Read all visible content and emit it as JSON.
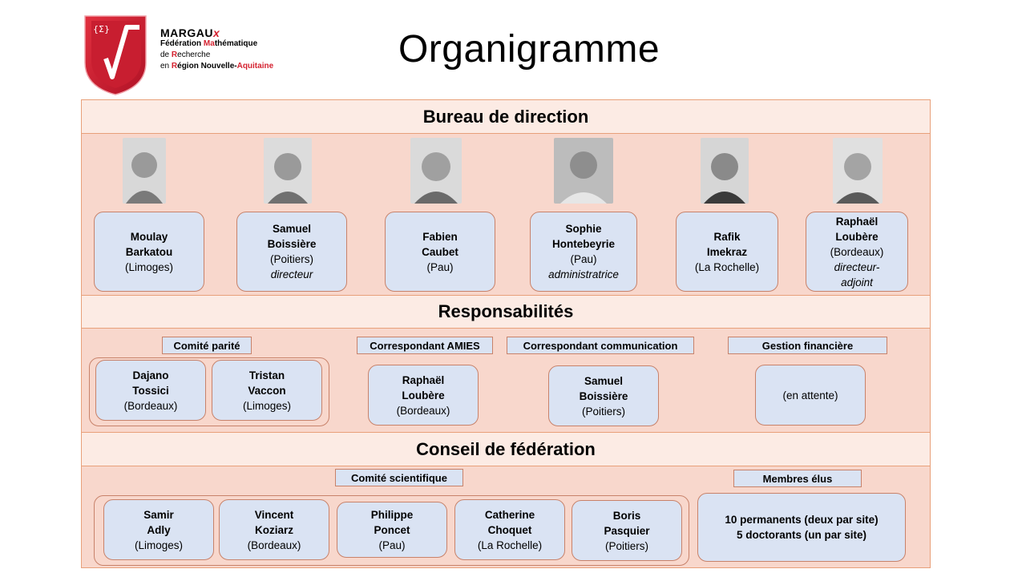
{
  "title": "Organigramme",
  "logo": {
    "symbol": "{Σ}",
    "brand": "MARGAU",
    "brand_suffix": "x",
    "lines": [
      {
        "pre": "Fédération ",
        "red": "Ma",
        "post": "thématique"
      },
      {
        "pre": "de ",
        "red": "R",
        "post": "echerche"
      },
      {
        "pre": "en ",
        "red": "R",
        "post": "égion Nouvelle-",
        "red2": "Aquitaine"
      }
    ]
  },
  "sections": {
    "bureau": {
      "heading": "Bureau de direction",
      "members": [
        {
          "name1": "Moulay",
          "name2": "Barkatou",
          "site": "(Limoges)",
          "role": ""
        },
        {
          "name1": "Samuel",
          "name2": "Boissière",
          "site": "(Poitiers)",
          "role": "directeur"
        },
        {
          "name1": "Fabien",
          "name2": "Caubet",
          "site": "(Pau)",
          "role": ""
        },
        {
          "name1": "Sophie",
          "name2": "Hontebeyrie",
          "site": "(Pau)",
          "role": "administratrice"
        },
        {
          "name1": "Rafik",
          "name2": "Imekraz",
          "site": "(La Rochelle)",
          "role": ""
        },
        {
          "name1": "Raphaël",
          "name2": "Loubère",
          "site": "(Bordeaux)",
          "role": "directeur-",
          "role2": "adjoint"
        }
      ]
    },
    "responsabilites": {
      "heading": "Responsabilités",
      "groups": [
        {
          "label": "Comité parité",
          "members": [
            {
              "name1": "Dajano",
              "name2": "Tossici",
              "site": "(Bordeaux)"
            },
            {
              "name1": "Tristan",
              "name2": "Vaccon",
              "site": "(Limoges)"
            }
          ]
        },
        {
          "label": "Correspondant AMIES",
          "members": [
            {
              "name1": "Raphaël",
              "name2": "Loubère",
              "site": "(Bordeaux)"
            }
          ]
        },
        {
          "label": "Correspondant communication",
          "members": [
            {
              "name1": "Samuel",
              "name2": "Boissière",
              "site": "(Poitiers)"
            }
          ]
        },
        {
          "label": "Gestion financière",
          "members": [
            {
              "text": "(en attente)"
            }
          ]
        }
      ]
    },
    "conseil": {
      "heading": "Conseil de fédération",
      "scientifique": {
        "label": "Comité scientifique",
        "members": [
          {
            "name1": "Samir",
            "name2": "Adly",
            "site": "(Limoges)"
          },
          {
            "name1": "Vincent",
            "name2": "Koziarz",
            "site": "(Bordeaux)"
          },
          {
            "name1": "Philippe",
            "name2": "Poncet",
            "site": "(Pau)"
          },
          {
            "name1": "Catherine",
            "name2": "Choquet",
            "site": "(La Rochelle)"
          },
          {
            "name1": "Boris",
            "name2": "Pasquier",
            "site": "(Poitiers)"
          }
        ]
      },
      "elus": {
        "label": "Membres élus",
        "line1": "10 permanents (deux par site)",
        "line2": "5 doctorants (un par site)"
      }
    }
  }
}
